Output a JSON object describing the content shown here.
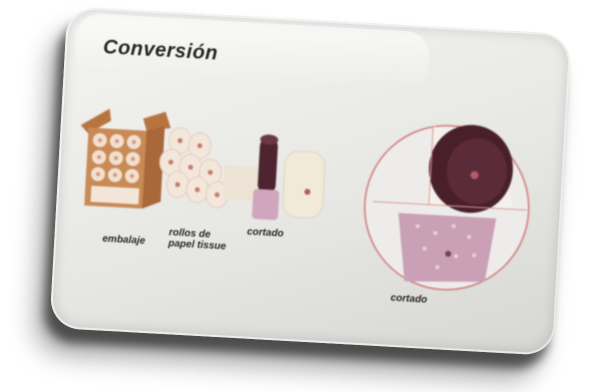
{
  "slide": {
    "title": "Conversión",
    "captions": {
      "embalaje": "embalaje",
      "rollos": "rollos de papel tissue",
      "cortado_1": "cortado",
      "cortado_2": "cortado"
    }
  },
  "colors": {
    "card": "#e9e9e6",
    "box": "#c98a55",
    "roll": "#efe3d8",
    "core": "#c47d6a",
    "dark_roll": "#5a2c38",
    "pink": "#c9a0b6",
    "circle_line": "#cf7a7a"
  }
}
